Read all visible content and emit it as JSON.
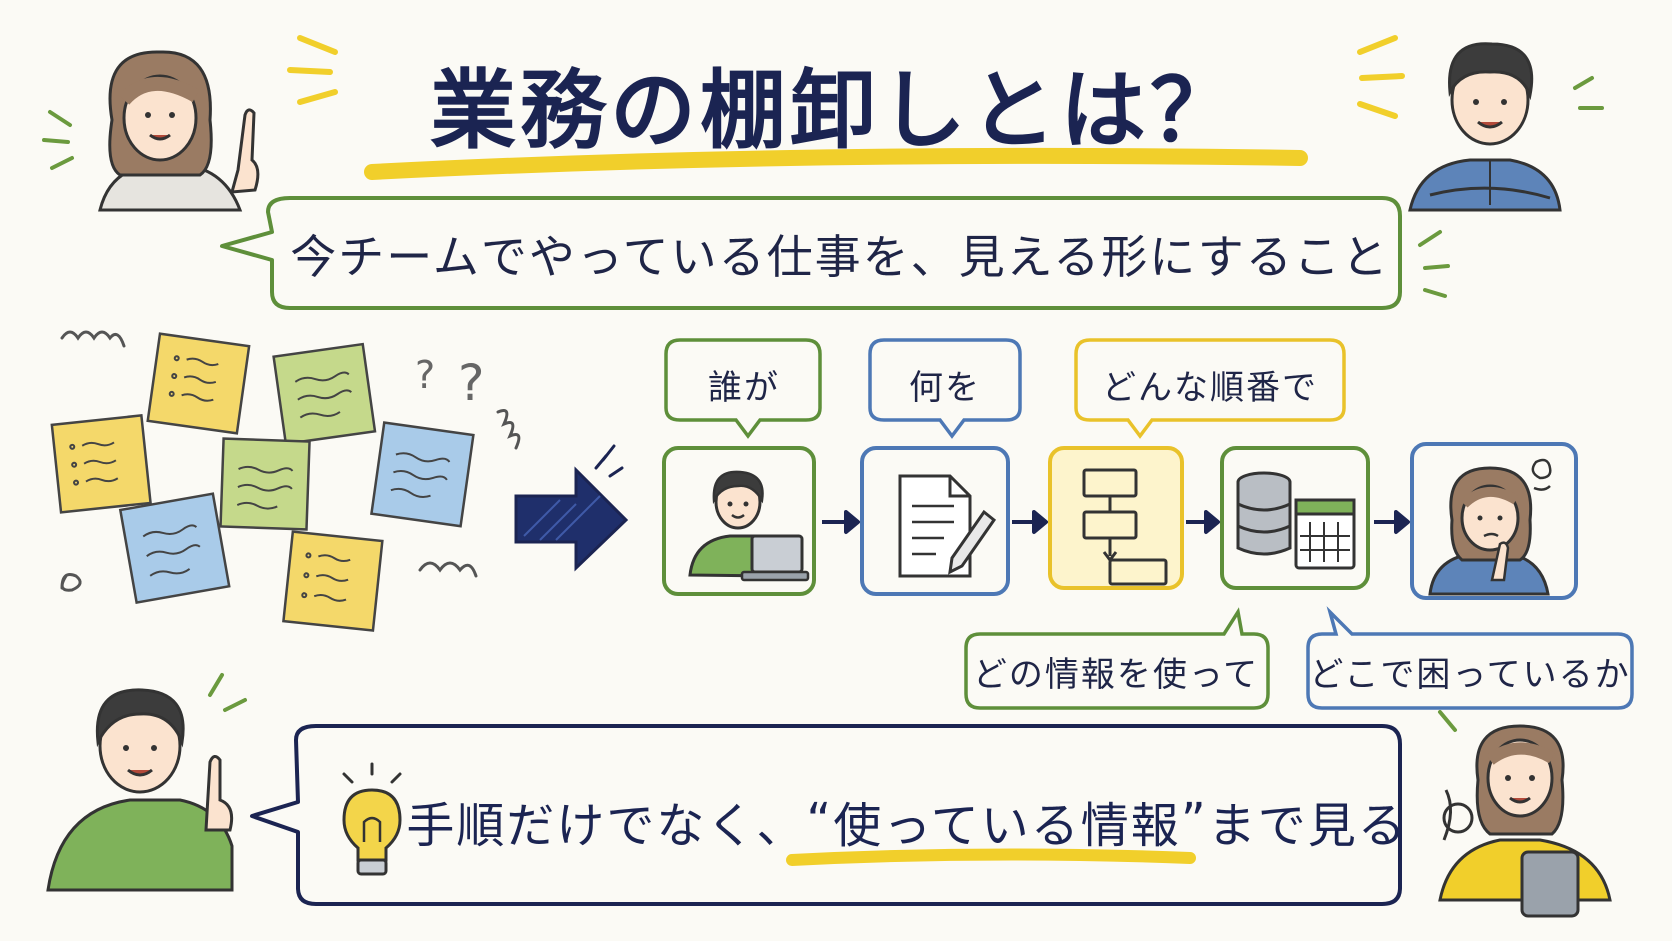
{
  "title": "業務の棚卸しとは？",
  "subtitle": "今チームでやっている仕事を、見える形にすること",
  "flow": {
    "tags": {
      "who": "誰が",
      "what": "何を",
      "order": "どんな順番で",
      "info": "どの情報を使って",
      "trouble": "どこで困っているか"
    },
    "icons": [
      "person-laptop-icon",
      "document-pen-icon",
      "flowchart-icon",
      "database-calendar-icon",
      "thinking-person-icon"
    ]
  },
  "tip": {
    "pre": "手順だけでなく、",
    "open_quote": "“",
    "highlight": "使っている情報",
    "close_quote": "”",
    "post": "まで見る"
  },
  "colors": {
    "navy": "#1b2452",
    "green": "#5e8f3a",
    "blue": "#4d78b5",
    "yellow": "#e9c22a",
    "highlight": "#f1cf2b"
  }
}
